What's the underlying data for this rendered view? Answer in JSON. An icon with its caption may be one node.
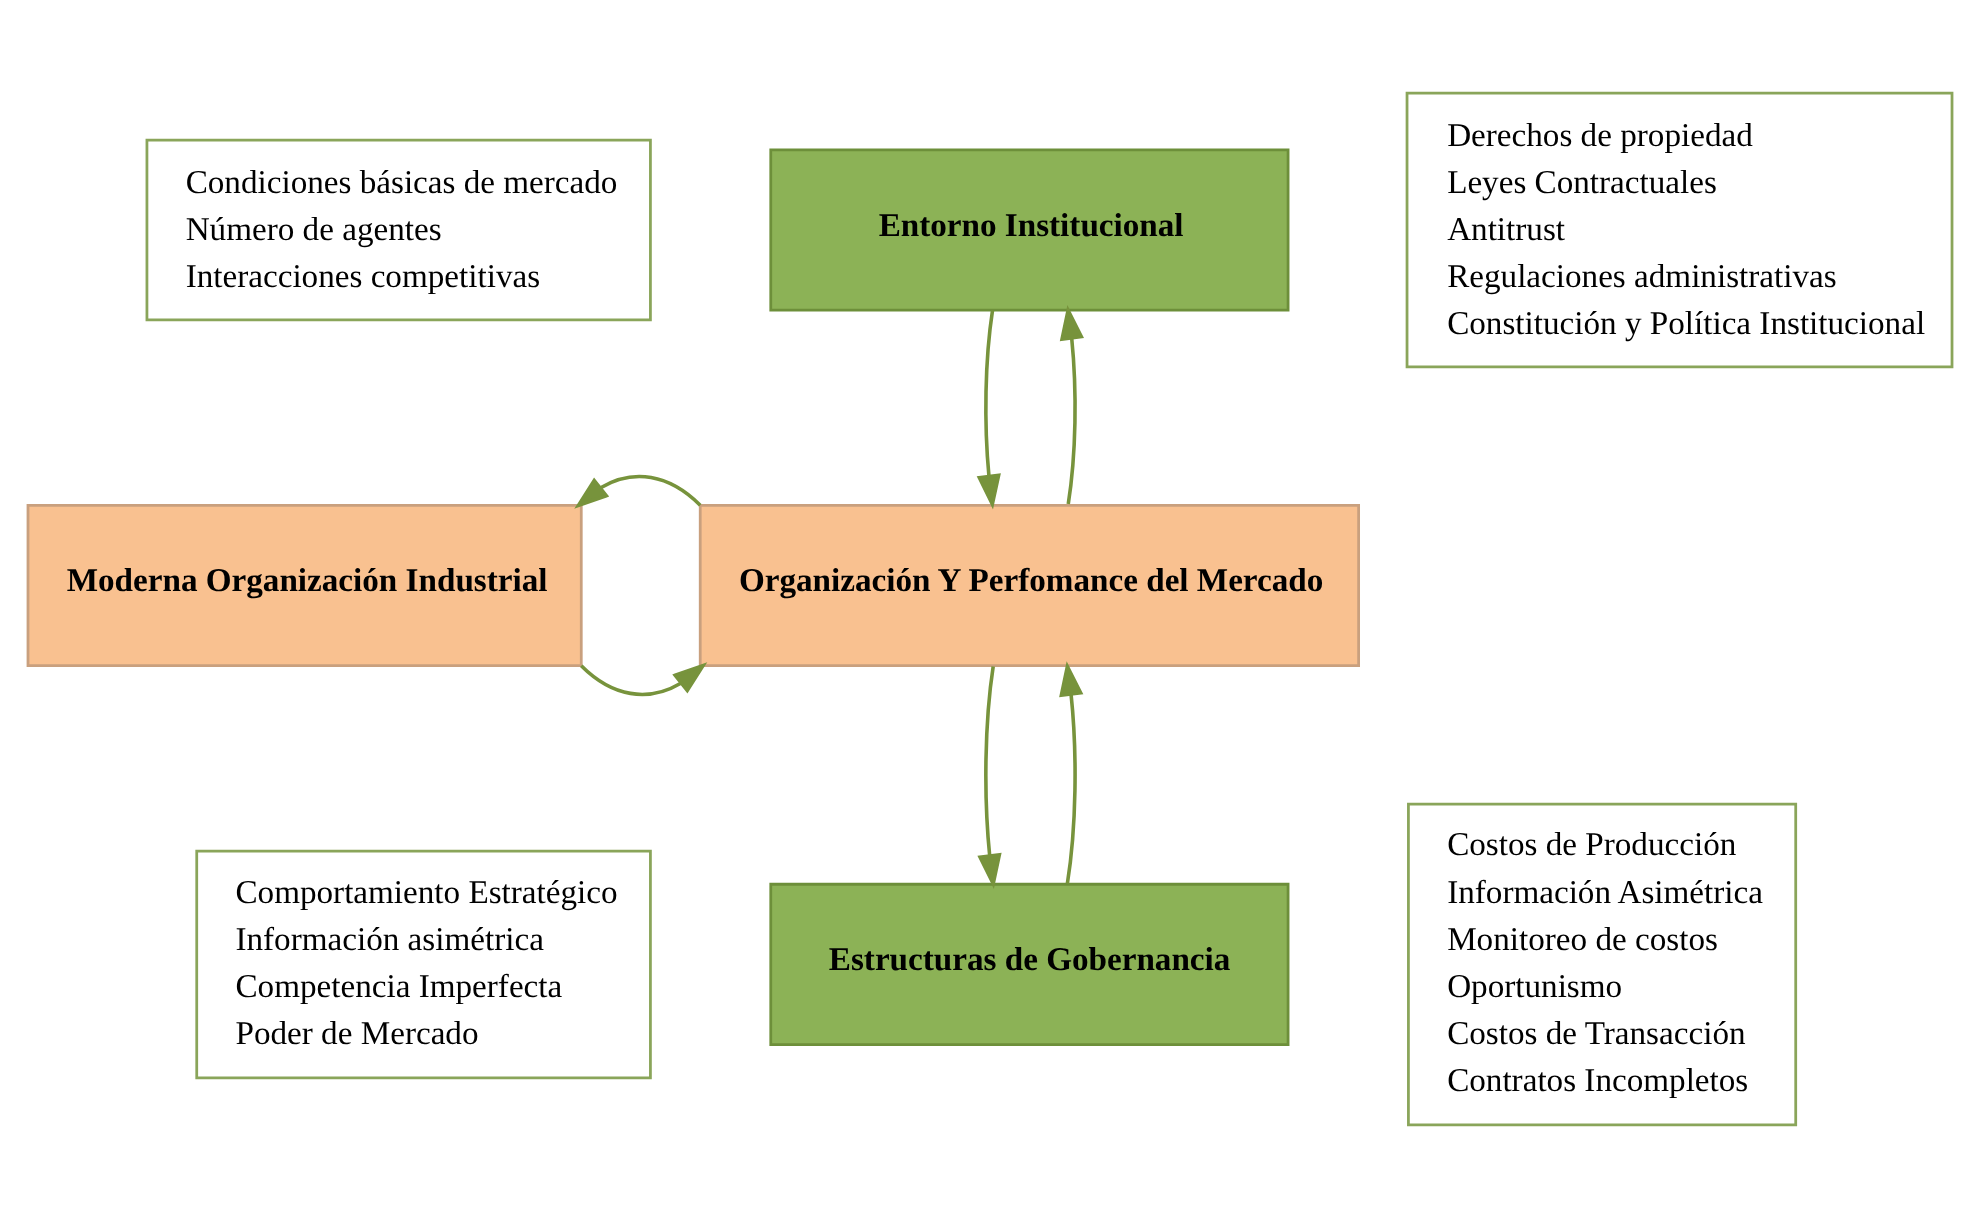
{
  "diagram": {
    "nodes": [
      {
        "text": [
          "Entorno Institucional"
        ]
      },
      {
        "text": [
          "Condiciones básicas de mercado",
          "Número de agentes",
          "Interacciones competitivas"
        ]
      },
      {
        "text": [
          "Derechos de propiedad",
          "Leyes Contractuales",
          "Antitrust",
          "Regulaciones administrativas",
          "Constitución y Política Institucional"
        ]
      },
      {
        "text": [
          "Moderna Organización Industrial"
        ]
      },
      {
        "text": [
          "Organización Y Perfomance del Mercado"
        ]
      },
      {
        "text": [
          "Costos de Producción",
          "Información Asimétrica",
          "Monitoreo de costos",
          "Oportunismo",
          "Costos de Transacción",
          "Contratos Incompletos"
        ]
      },
      {
        "text": [
          "Comportamiento Estratégico",
          "Información asimétrica",
          "Competencia Imperfecta",
          "Poder de Mercado"
        ]
      },
      {
        "text": [
          "Estructuras de Gobernancia"
        ]
      }
    ],
    "edges": [
      {
        "from": 0,
        "to": 4,
        "arrow": "to"
      },
      {
        "from": 4,
        "to": 0,
        "arrow": "to"
      },
      {
        "from": 4,
        "to": 3,
        "arrow": "to"
      },
      {
        "from": 3,
        "to": 4,
        "arrow": "to"
      },
      {
        "from": 4,
        "to": 7,
        "arrow": "to"
      },
      {
        "from": 7,
        "to": 4,
        "arrow": "to"
      }
    ]
  }
}
